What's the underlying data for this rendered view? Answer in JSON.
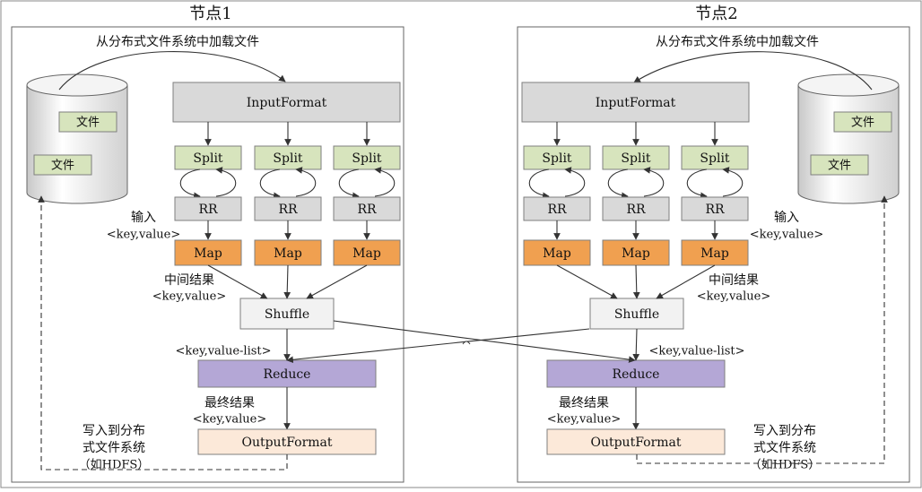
{
  "nodes": [
    {
      "title": "节点1",
      "load_label": "从分布式文件系统中加载文件",
      "input_format": "InputFormat",
      "split_label": "Split",
      "rr_label": "RR",
      "map_label": "Map",
      "shuffle": "Shuffle",
      "reduce": "Reduce",
      "output_format": "OutputFormat",
      "files": [
        "文件",
        "文件"
      ],
      "input_kv": [
        "输入",
        "<key,value>"
      ],
      "intermediate_kv": [
        "中间结果",
        "<key,value>"
      ],
      "value_list": "<key,value-list>",
      "final_kv": [
        "最终结果",
        "<key,value>"
      ],
      "write_label": [
        "写入到分布",
        "式文件系统",
        "（如HDFS）"
      ]
    },
    {
      "title": "节点2",
      "load_label": "从分布式文件系统中加载文件",
      "input_format": "InputFormat",
      "split_label": "Split",
      "rr_label": "RR",
      "map_label": "Map",
      "shuffle": "Shuffle",
      "reduce": "Reduce",
      "output_format": "OutputFormat",
      "files": [
        "文件",
        "文件"
      ],
      "input_kv": [
        "输入",
        "<key,value>"
      ],
      "intermediate_kv": [
        "中间结果",
        "<key,value>"
      ],
      "value_list": "<key,value-list>",
      "final_kv": [
        "最终结果",
        "<key,value>"
      ],
      "write_label": [
        "写入到分布",
        "式文件系统",
        "（如HDFS）"
      ]
    }
  ],
  "colors": {
    "input_format": "#d9d9d9",
    "split": "#d7e4bd",
    "rr": "#d9d9d9",
    "map": "#f0a050",
    "shuffle": "#f2f2f2",
    "reduce": "#b4a7d6",
    "output_format": "#fce9d9",
    "file": "#d7e4bd",
    "line": "#333333"
  }
}
